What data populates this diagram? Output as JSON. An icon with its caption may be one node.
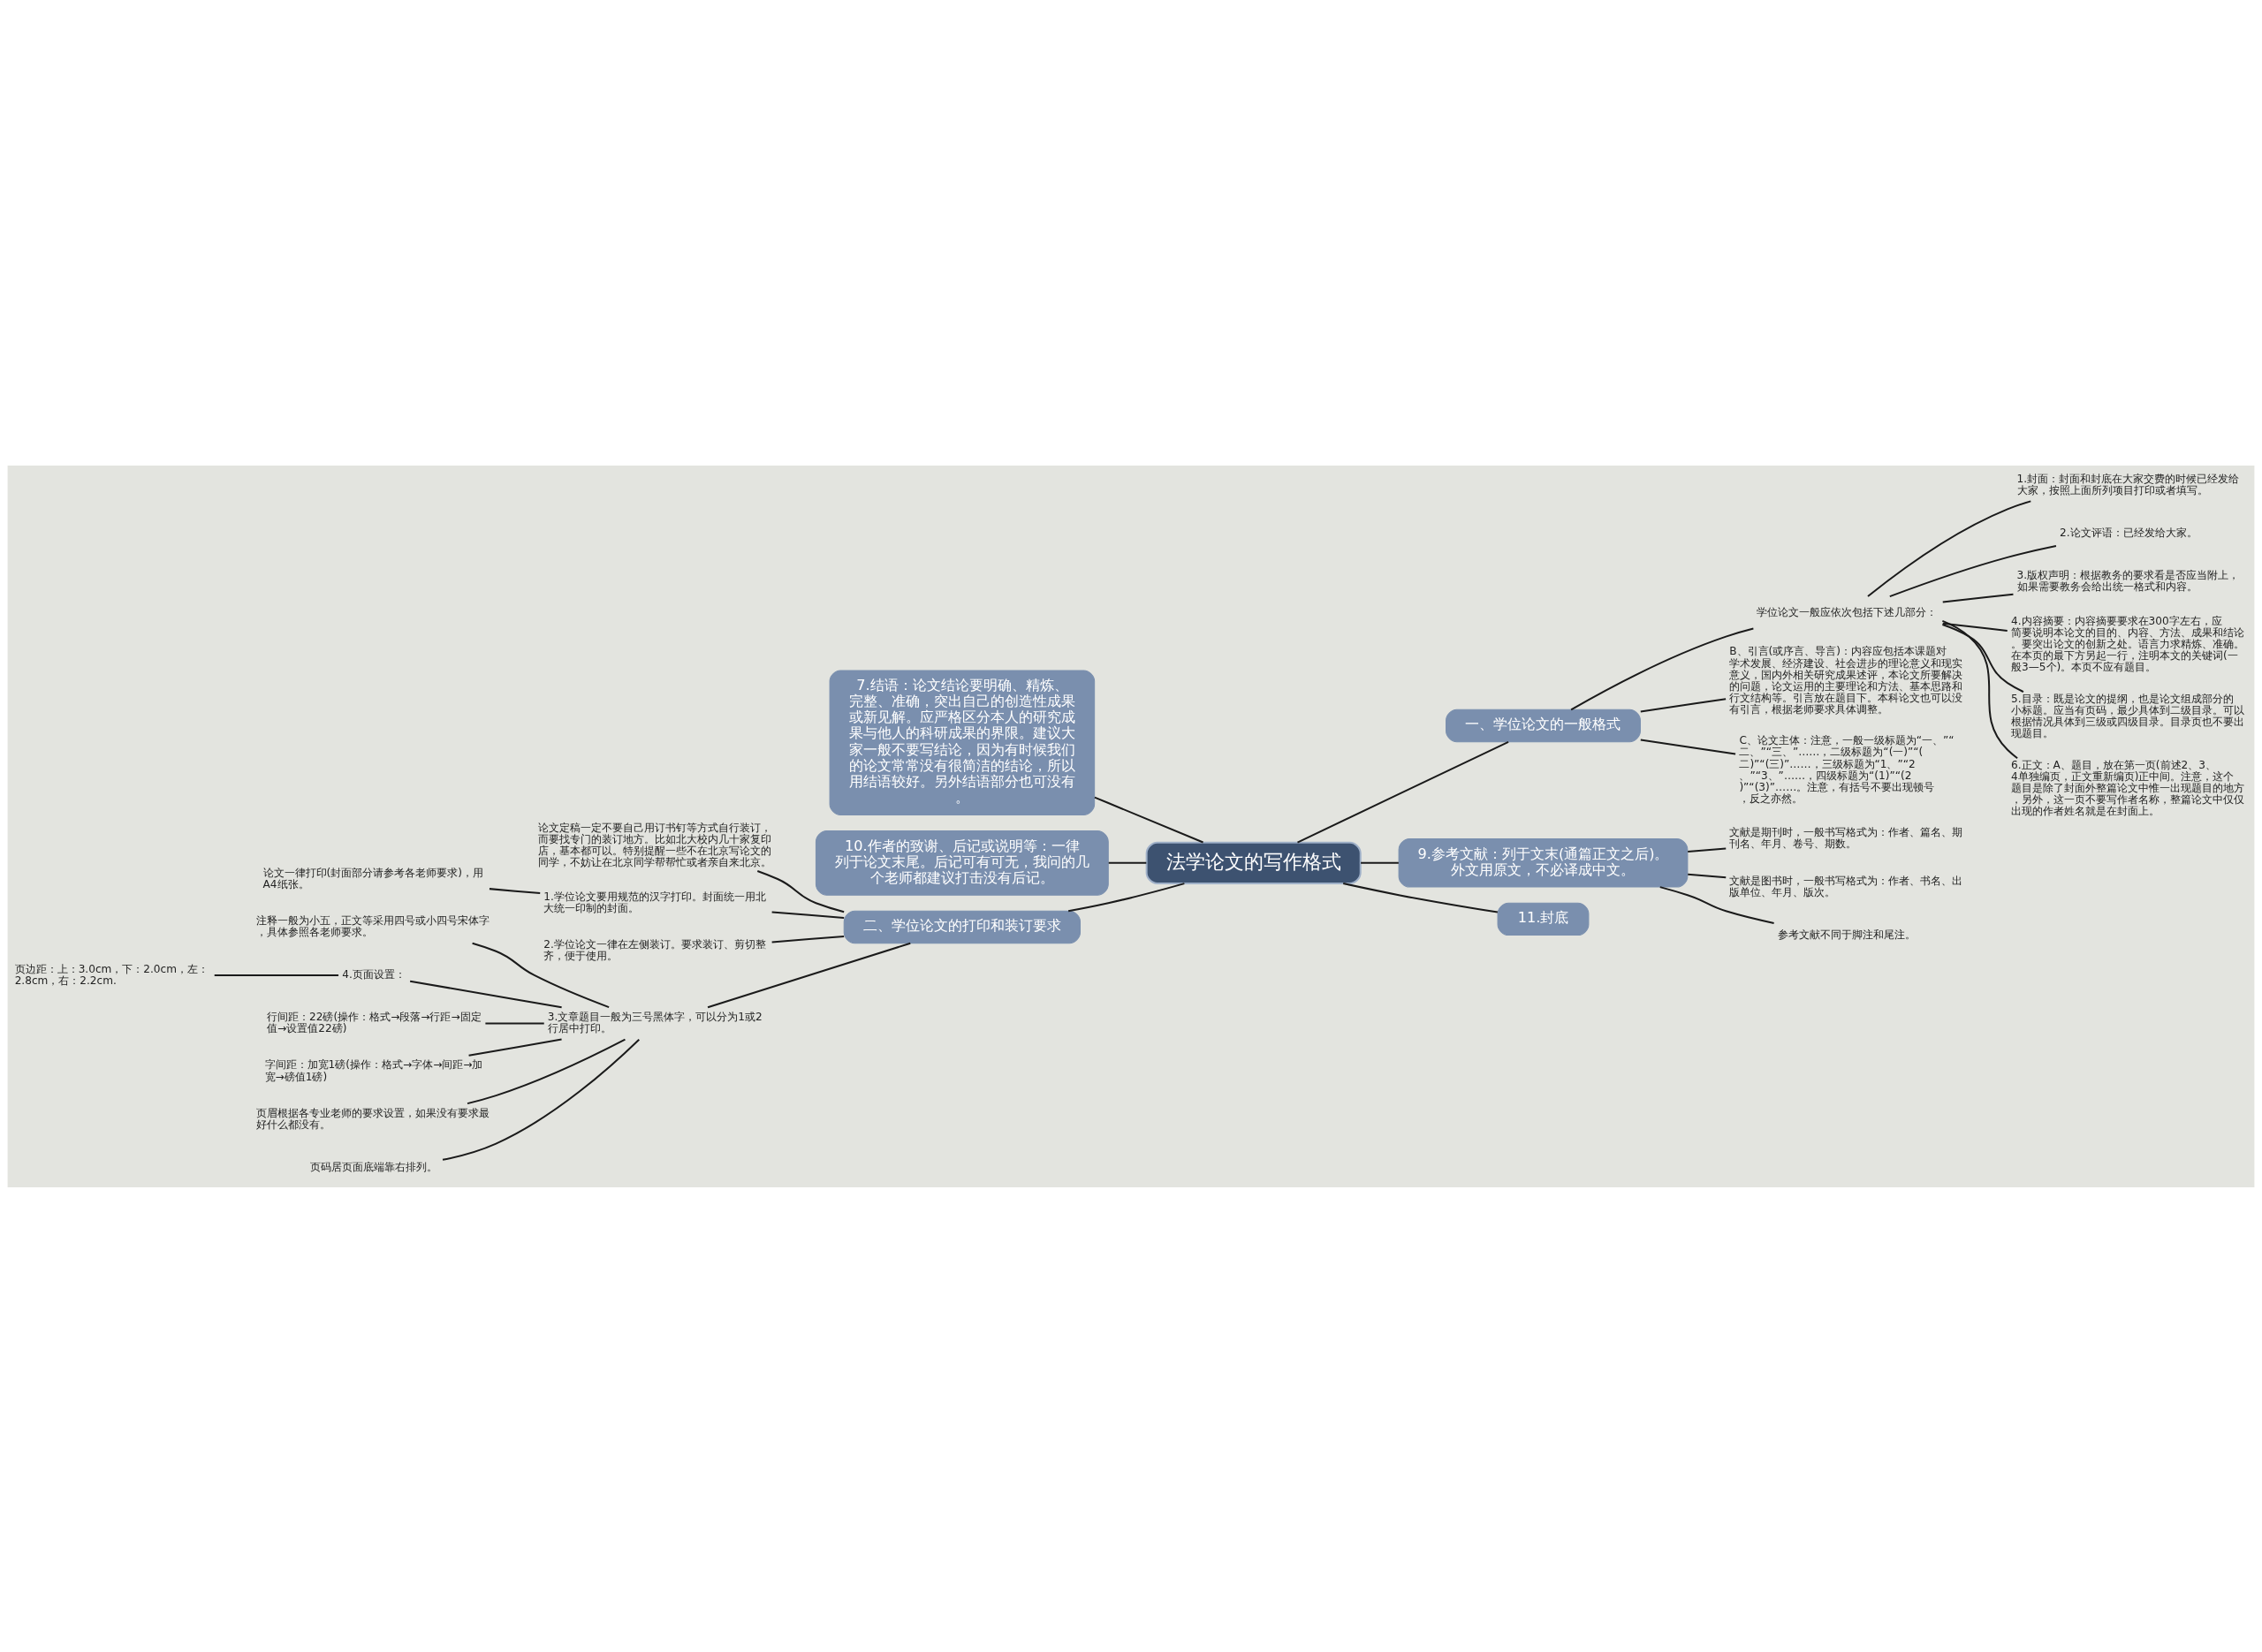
{
  "diagram": {
    "nodes": [
      {
        "text": [
          "法学论文的写作格式"
        ]
      },
      {
        "text": [
          "一、学位论文的一般格式"
        ]
      },
      {
        "text": [
          "学位论文一般应依次包括下述几部分："
        ]
      },
      {
        "text": [
          "1.封面：封面和封底在大家交费的时候已经发给大家，按照上面所列项目打印或者填写。"
        ]
      },
      {
        "text": [
          "2.论文评语：已经发给大家。"
        ]
      },
      {
        "text": [
          "3.版权声明：根据教务的要求看是否应当附上，如果需要教务会给出统一格式和内容。"
        ]
      },
      {
        "text": [
          "4.内容摘要：内容摘要要求在300字左右，应简要说明本论文的目的、内容、方法、成果和结论。要突出论文的创新之处。语言力求精炼、准确。在本页的最下方另起一行，注明本文的关键词(一般3—5个)。本页不应有题目。"
        ]
      },
      {
        "text": [
          "5.目录：既是论文的提纲，也是论文组成部分的小标题。应当有页码，最少具体到二级目录。可以根据情况具体到三级或四级目录。目录页也不要出现题目。"
        ]
      },
      {
        "text": [
          "6.正文：A、题目，放在第一页(前述2、3、4单独编页，正文重新编页)正中间。注意，这个题目是除了封面外整篇论文中惟一出现题目的地方，另外，这一页不要写作者名称，整篇论文中仅仅出现的作者姓名就是在封面上。"
        ]
      },
      {
        "text": [
          "B、引言(或序言、导言)：内容应包括本课题对学术发展、经济建设、社会进步的理论意义和现实意义，国内外相关研究成果述评，本论文所要解决的问题，论文运用的主要理论和方法、基本思路和行文结构等。引言放在题目下。本科论文也可以没有引言，根据老师要求具体调整。"
        ]
      },
      {
        "text": [
          "C、论文主体：注意，一般一级标题为“一、”“二、”“三、”……，二级标题为“(一)”“(二)”“(三)”……，三级标题为“1、”“2、”“3、”……，四级标题为“(1)”“(2)”“(3)”……。注意，有括号不要出现顿号，反之亦然。"
        ]
      },
      {
        "text": [
          "7.结语：论文结论要明确、精炼、完整、准确，突出自己的创造性成果或新见解。应严格区分本人的研究成果与他人的科研成果的界限。建议大家一般不要写结论，因为有时候我们的论文常常没有很简洁的结论，所以用结语较好。另外结语部分也可没有。"
        ]
      },
      {
        "text": [
          "10.作者的致谢、后记或说明等：一律列于论文末尾。后记可有可无，我问的几个老师都建议打击没有后记。"
        ]
      },
      {
        "text": [
          "9.参考文献：列于文末(通篇正文之后)。外文用原文，不必译成中文。"
        ]
      },
      {
        "text": [
          "文献是期刊时，一般书写格式为：作者、篇名、期刊名、年月、卷号、期数。"
        ]
      },
      {
        "text": [
          "文献是图书时，一般书写格式为：作者、书名、出版单位、年月、版次。"
        ]
      },
      {
        "text": [
          "参考文献不同于脚注和尾注。"
        ]
      },
      {
        "text": [
          "11.封底"
        ]
      },
      {
        "text": [
          "二、学位论文的打印和装订要求"
        ]
      },
      {
        "text": [
          "论文定稿一定不要自己用订书钉等方式自行装订，而要找专门的装订地方。比如北大校内几十家复印店，基本都可以。特别提醒一些不在北京写论文的同学，不妨让在北京同学帮帮忙或者亲自来北京。"
        ]
      },
      {
        "text": [
          "1.学位论文要用规范的汉字打印。封面统一用北大统一印制的封面。"
        ]
      },
      {
        "text": [
          "论文一律打印(封面部分请参考各老师要求)，用A4纸张。"
        ]
      },
      {
        "text": [
          "2.学位论文一律在左侧装订。要求装订、剪切整齐，便于使用。"
        ]
      },
      {
        "text": [
          "3.文章题目一般为三号黑体字，可以分为1或2行居中打印。"
        ]
      },
      {
        "text": [
          "注释一般为小五，正文等采用四号或小四号宋体字，具体参照各老师要求。"
        ]
      },
      {
        "text": [
          "4.页面设置："
        ]
      },
      {
        "text": [
          "页边距：上：3.0cm，下：2.0cm，左：2.8cm，右：2.2cm."
        ]
      },
      {
        "text": [
          "行间距：22磅(操作：格式→段落→行距→固定值→设置值22磅)"
        ]
      },
      {
        "text": [
          "字间距：加宽1磅(操作：格式→字体→间距→加宽→磅值1磅)"
        ]
      },
      {
        "text": [
          "页眉根据各专业老师的要求设置，如果没有要求最好什么都没有。"
        ]
      },
      {
        "text": [
          "页码居页面底端靠右排列。"
        ]
      }
    ],
    "edges": [
      {
        "from": 0,
        "to": 1,
        "arrow": "none"
      },
      {
        "from": 1,
        "to": 2,
        "arrow": "none"
      },
      {
        "from": 2,
        "to": 3,
        "arrow": "none"
      },
      {
        "from": 2,
        "to": 4,
        "arrow": "none"
      },
      {
        "from": 2,
        "to": 5,
        "arrow": "none"
      },
      {
        "from": 2,
        "to": 6,
        "arrow": "none"
      },
      {
        "from": 2,
        "to": 7,
        "arrow": "none"
      },
      {
        "from": 2,
        "to": 8,
        "arrow": "none"
      },
      {
        "from": 1,
        "to": 9,
        "arrow": "none"
      },
      {
        "from": 1,
        "to": 10,
        "arrow": "none"
      },
      {
        "from": 0,
        "to": 11,
        "arrow": "none"
      },
      {
        "from": 0,
        "to": 12,
        "arrow": "none"
      },
      {
        "from": 0,
        "to": 13,
        "arrow": "none"
      },
      {
        "from": 13,
        "to": 14,
        "arrow": "none"
      },
      {
        "from": 13,
        "to": 15,
        "arrow": "none"
      },
      {
        "from": 13,
        "to": 16,
        "arrow": "none"
      },
      {
        "from": 0,
        "to": 17,
        "arrow": "none"
      },
      {
        "from": 0,
        "to": 18,
        "arrow": "none"
      },
      {
        "from": 18,
        "to": 19,
        "arrow": "none"
      },
      {
        "from": 18,
        "to": 20,
        "arrow": "none"
      },
      {
        "from": 20,
        "to": 21,
        "arrow": "none"
      },
      {
        "from": 18,
        "to": 22,
        "arrow": "none"
      },
      {
        "from": 18,
        "to": 23,
        "arrow": "none"
      },
      {
        "from": 23,
        "to": 24,
        "arrow": "none"
      },
      {
        "from": 23,
        "to": 25,
        "arrow": "none"
      },
      {
        "from": 25,
        "to": 26,
        "arrow": "none"
      },
      {
        "from": 23,
        "to": 27,
        "arrow": "none"
      },
      {
        "from": 23,
        "to": 28,
        "arrow": "none"
      },
      {
        "from": 23,
        "to": 29,
        "arrow": "none"
      },
      {
        "from": 23,
        "to": 30,
        "arrow": "none"
      }
    ]
  }
}
